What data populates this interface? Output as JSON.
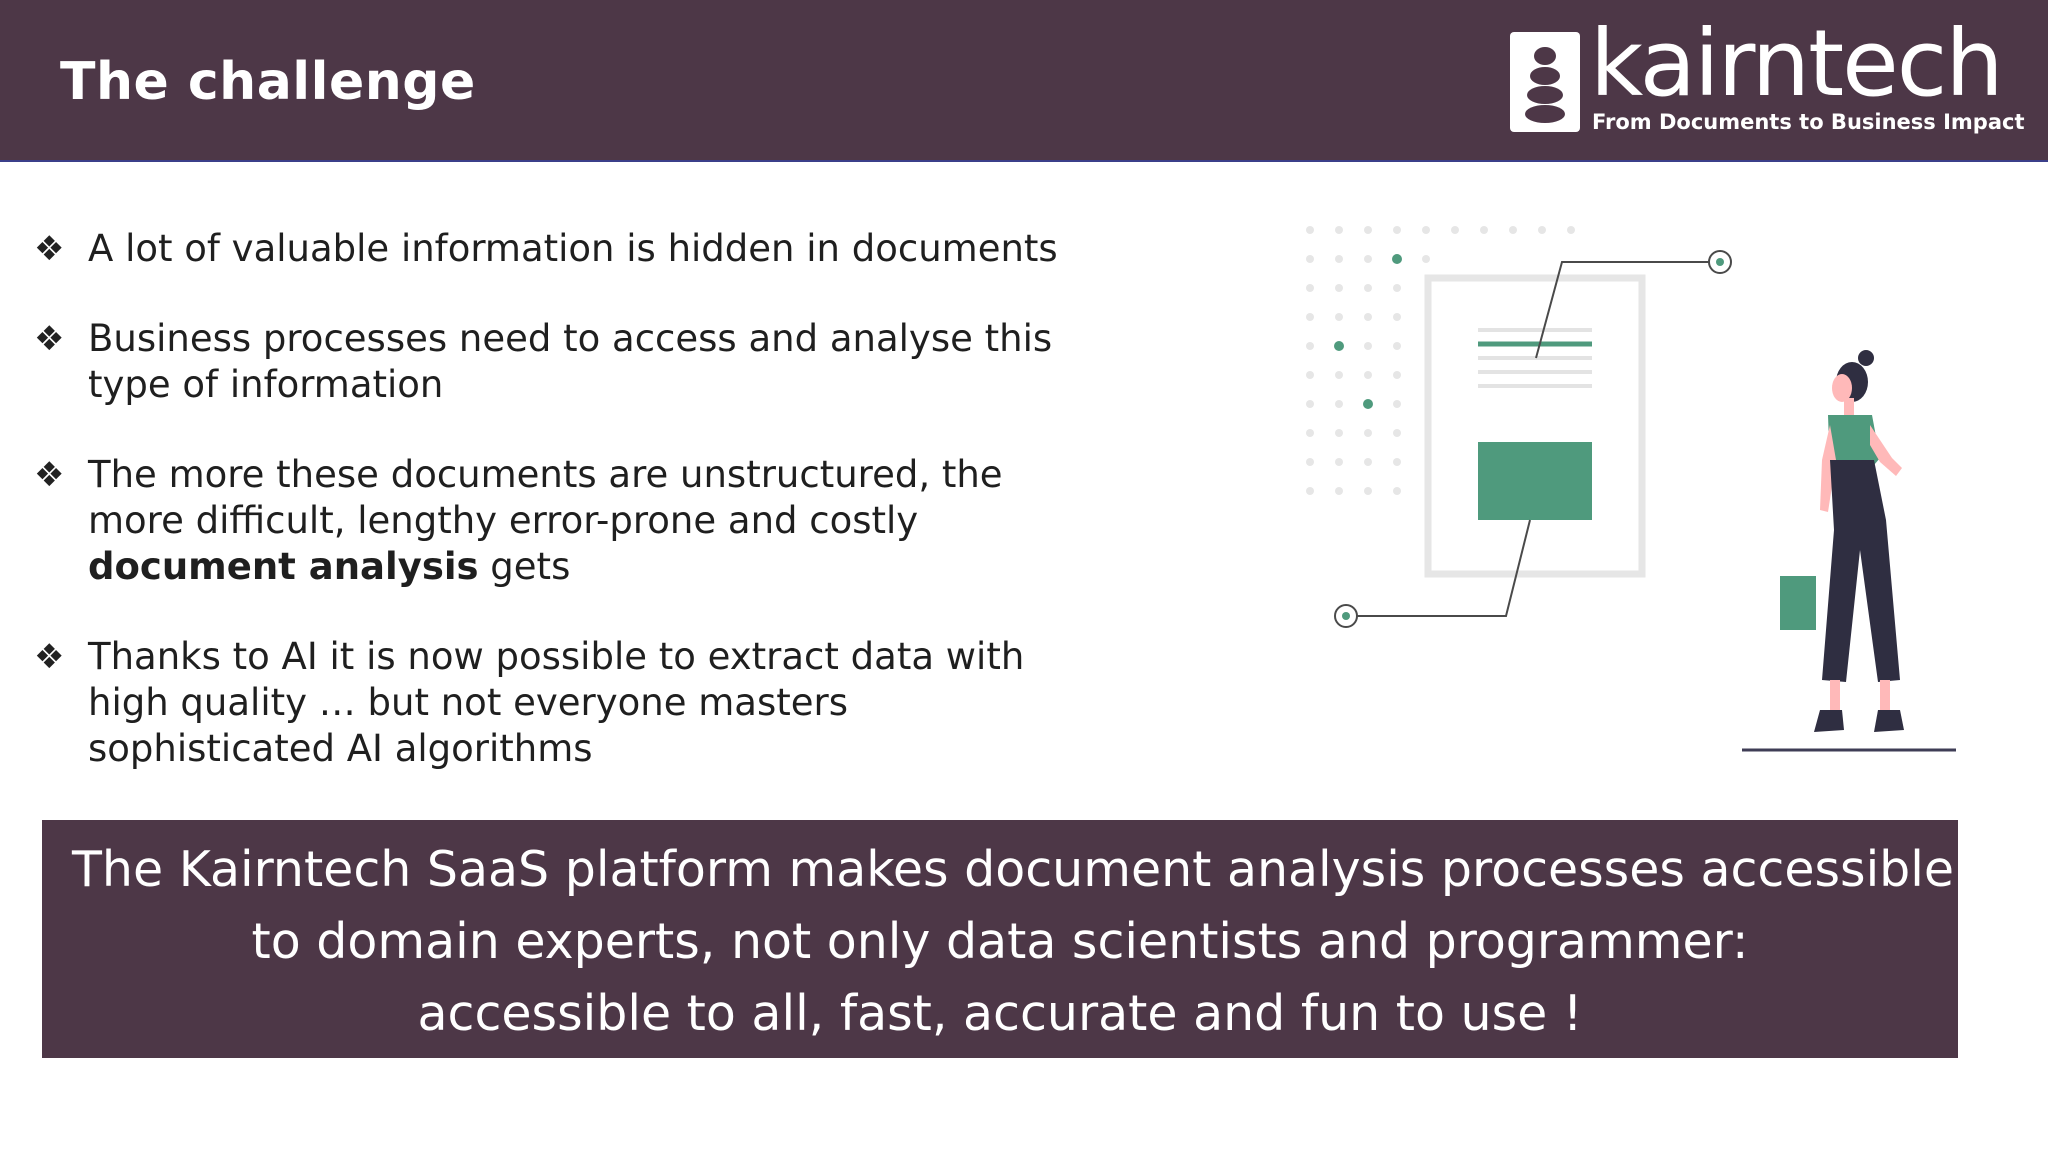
{
  "header": {
    "title": "The challenge",
    "logo": {
      "name": "kairntech",
      "tagline": "From Documents to Business Impact",
      "icon": "stacked-stones-icon"
    }
  },
  "colors": {
    "header_bg": "#4d3747",
    "callout_bg": "#4d3747",
    "accent_green": "#4f9a7d",
    "text_dark": "#1f1f1f"
  },
  "bullets": [
    {
      "icon": "four-diamond-bullet-icon",
      "glyph": "❖",
      "text": "A lot of valuable information is hidden in documents"
    },
    {
      "icon": "four-diamond-bullet-icon",
      "glyph": "❖",
      "text_line1": "Business processes need to access and analyse this",
      "text_line2": "type of information"
    },
    {
      "icon": "four-diamond-bullet-icon",
      "glyph": "❖",
      "text_line1": "The more these documents are unstructured, the",
      "text_line2": "more difficult, lengthy error-prone and costly",
      "text_bold": "document analysis",
      "text_tail": " gets"
    },
    {
      "icon": "four-diamond-bullet-icon",
      "glyph": "❖",
      "text_line1": "Thanks to AI it is now possible to extract data with",
      "text_line2": "high quality … but not everyone masters",
      "text_line3": "sophisticated AI algorithms"
    }
  ],
  "illustration": {
    "icon": "woman-with-document-illustration"
  },
  "callout": {
    "line1": "The Kairntech SaaS platform makes document analysis processes accessible",
    "line2": "to domain experts, not only data scientists and programmer:",
    "line3": "accessible to all, fast, accurate and fun to use !"
  }
}
